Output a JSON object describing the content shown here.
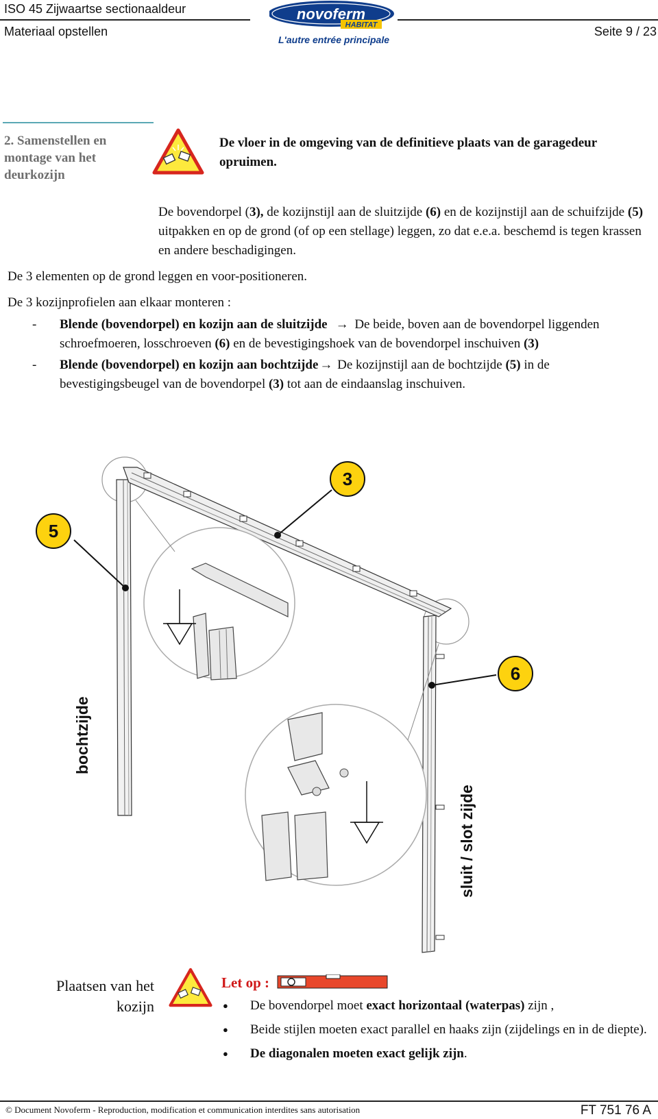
{
  "header": {
    "title": "ISO 45 Zijwaartse sectionaaldeur",
    "subtitle": "Materiaal opstellen",
    "page": "Seite 9 / 23",
    "logo_brand": "novoferm",
    "logo_sub": "HABITAT",
    "logo_tagline": "L'autre entrée principale"
  },
  "section": {
    "title": "2. Samenstellen en montage van het deurkozijn",
    "warning": "De vloer in de omgeving van de definitieve plaats van de garagedeur opruimen.",
    "intro_parts": [
      "De  bovendorpel (",
      "3",
      "),",
      " de kozijnstijl aan de sluitzijde ",
      "(6)",
      " en de kozijnstijl aan de schuifzijde ",
      "(5)",
      " uitpakken en op de grond (of op een stellage) leggen, zo dat e.e.a. beschemd is tegen krassen en andere beschadigingen."
    ],
    "line1": "De 3 elementen op de grond leggen en  voor-positioneren.",
    "line2": "De 3 kozijnprofielen aan elkaar monteren :",
    "items": [
      {
        "dash": "-",
        "bold": "Blende (bovendorpel) en kozijn aan de sluitzijde",
        "arrow": "→",
        "text1": " De beide, boven aan de bovendorpel liggenden schroefmoeren, losschroeven ",
        "ref1": "(6)",
        "text2": " en de bevestigingshoek van de bovendorpel inschuiven ",
        "ref2": "(3)",
        "text3": ""
      },
      {
        "dash": "-",
        "bold": "Blende (bovendorpel) en kozijn aan bochtzijde",
        "arrow": "→",
        "text1": " De kozijnstijl aan de bochtzijde ",
        "ref1": "(5)",
        "text2": " in de bevestigingsbeugel van de bovendorpel ",
        "ref2": "(3)",
        "text3": " tot aan de eindaanslag inschuiven."
      }
    ]
  },
  "diagram": {
    "callouts": [
      "3",
      "5",
      "6"
    ],
    "label_left": "bochtzijde",
    "label_right": "sluit / slot zijde"
  },
  "placement": {
    "title": "Plaatsen van het kozijn",
    "letop": "Let op :",
    "bullets": [
      {
        "pre": "De bovendorpel moet ",
        "bold": "exact horizontaal (waterpas)",
        "post": " zijn ,"
      },
      {
        "pre": "Beide stijlen moeten exact parallel en haaks zijn (zijdelings en in de diepte).",
        "bold": "",
        "post": ""
      },
      {
        "pre": "",
        "bold": "De diagonalen moeten exact gelijk zijn",
        "post": "."
      }
    ]
  },
  "footer": {
    "copyright": "© Document Novoferm - Reproduction, modification et communication interdites sans autorisation",
    "code": "FT  751 76 A"
  },
  "colors": {
    "callout": "#fdd20f",
    "warning_border": "#d7261e",
    "logo_blue": "#0f3d8c",
    "level": "#e8472b",
    "teal": "#5aa8b4"
  }
}
